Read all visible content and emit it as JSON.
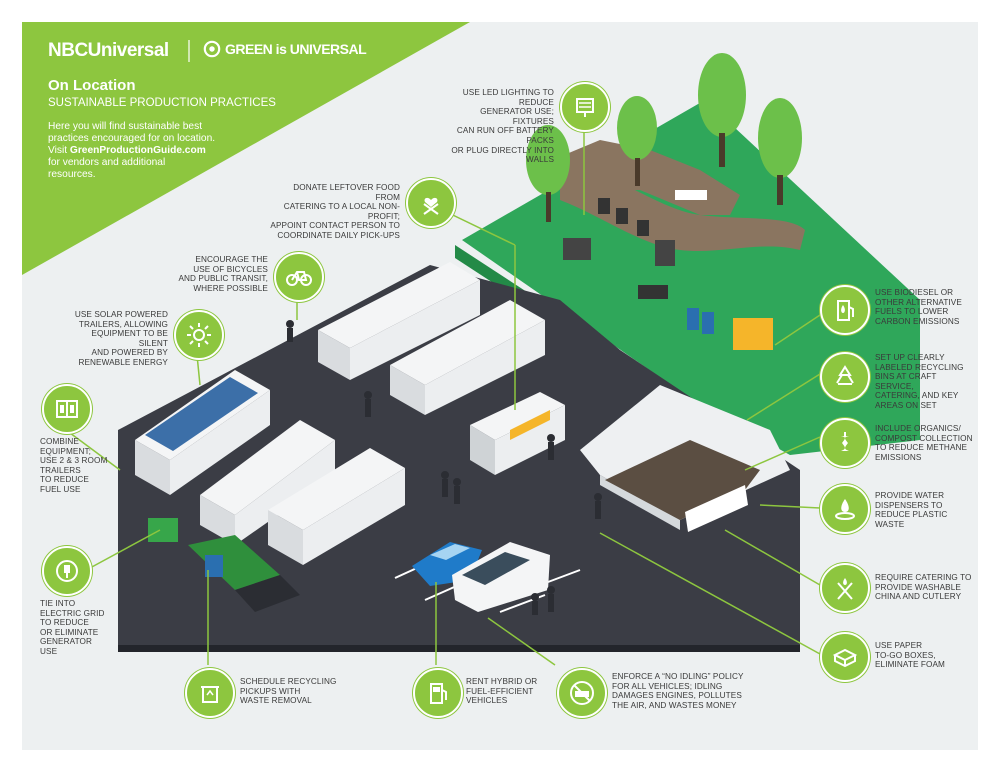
{
  "header": {
    "brand": "NBCUniversal",
    "green_brand": "GREEN is UNIVERSAL",
    "title": "On Location",
    "subtitle": "SUSTAINABLE PRODUCTION PRACTICES",
    "intro_1": "Here you will find sustainable best",
    "intro_2": "practices encouraged for on location.",
    "intro_3_prefix": "Visit ",
    "intro_3_link": "GreenProductionGuide.com",
    "intro_4": "for vendors and additional",
    "intro_5": "resources."
  },
  "tips": {
    "led": [
      "USE LED LIGHTING TO REDUCE",
      "GENERATOR USE; FIXTURES",
      "CAN RUN OFF BATTERY PACKS",
      "OR PLUG DIRECTLY INTO WALLS"
    ],
    "food": [
      "DONATE LEFTOVER FOOD FROM",
      "CATERING TO A LOCAL NON-PROFIT;",
      "APPOINT CONTACT PERSON TO",
      "COORDINATE DAILY PICK-UPS"
    ],
    "bike": [
      "ENCOURAGE THE",
      "USE OF BICYCLES",
      "AND PUBLIC TRANSIT,",
      "WHERE POSSIBLE"
    ],
    "solar": [
      "USE SOLAR POWERED",
      "TRAILERS, ALLOWING",
      "EQUIPMENT TO BE SILENT",
      "AND POWERED BY",
      "RENEWABLE ENERGY"
    ],
    "combine": [
      "COMBINE",
      "EQUIPMENT;",
      "USE 2 & 3 ROOM",
      "TRAILERS",
      "TO REDUCE",
      "FUEL USE"
    ],
    "grid": [
      "TIE INTO",
      "ELECTRIC GRID",
      "TO REDUCE",
      "OR ELIMINATE",
      "GENERATOR",
      "USE"
    ],
    "recycle_pickup": [
      "SCHEDULE RECYCLING",
      "PICKUPS WITH",
      "WASTE REMOVAL"
    ],
    "hybrid": [
      "RENT HYBRID OR",
      "FUEL-EFFICIENT",
      "VEHICLES"
    ],
    "idling": [
      "ENFORCE A “NO IDLING” POLICY",
      "FOR ALL VEHICLES; IDLING",
      "DAMAGES ENGINES, POLLUTES",
      "THE AIR, AND WASTES MONEY"
    ],
    "biodiesel": [
      "USE BIODIESEL OR",
      "OTHER ALTERNATIVE",
      "FUELS TO LOWER",
      "CARBON EMISSIONS"
    ],
    "bins": [
      "SET UP CLEARLY",
      "LABELED RECYCLING",
      "BINS AT CRAFT SERVICE,",
      "CATERING, AND KEY",
      "AREAS ON SET"
    ],
    "compost": [
      "INCLUDE ORGANICS/",
      "COMPOST COLLECTION",
      "TO REDUCE METHANE",
      "EMISSIONS"
    ],
    "water": [
      "PROVIDE WATER",
      "DISPENSERS TO",
      "REDUCE PLASTIC",
      "WASTE"
    ],
    "china": [
      "REQUIRE CATERING TO",
      "PROVIDE WASHABLE",
      "CHINA AND CUTLERY"
    ],
    "paper": [
      "USE PAPER",
      "TO-GO BOXES,",
      "ELIMINATE FOAM"
    ]
  },
  "colors": {
    "green": "#8dc63f",
    "park": "#2fa75a",
    "asphalt": "#3b3d45",
    "background": "#edf0f1"
  }
}
